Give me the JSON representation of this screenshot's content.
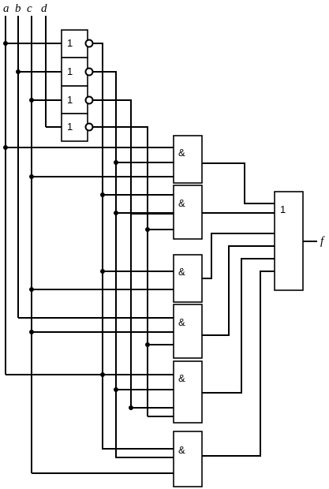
{
  "inputs": [
    "a",
    "b",
    "c",
    "d"
  ],
  "output": "f",
  "not_gates": [
    "1",
    "1",
    "1",
    "1"
  ],
  "and_gates": [
    "&",
    "&",
    "&",
    "&",
    "&",
    "&"
  ],
  "or_gate": "1"
}
